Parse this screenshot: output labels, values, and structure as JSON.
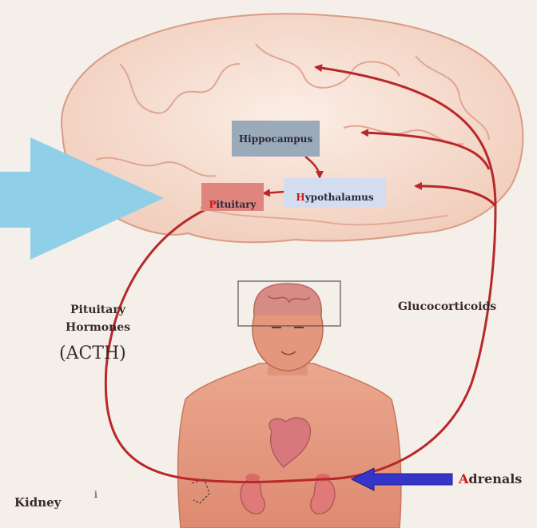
{
  "labels": {
    "hippocampus": "Hippocampus",
    "pituitary_initial": "P",
    "pituitary_rest": "ituitary",
    "hypothalamus_initial": "H",
    "hypothalamus_rest": "ypothalamus",
    "pituitary_hormones_line1": "Pituitary",
    "pituitary_hormones_line2": "Hormones",
    "acth": "(ACTH)",
    "glucocorticoids": "Glucocorticoids",
    "adrenals_initial": "A",
    "adrenals_rest": "drenals",
    "kidney": "Kidney",
    "kidney_mark": "i"
  },
  "colors": {
    "background": "#f4efe9",
    "brain": "#f6ddcf",
    "brain_outline": "#d99c86",
    "loop_arrow": "#b8282a",
    "big_arrow": "#8fd0e8",
    "blue_arrow": "#3535c8",
    "hippocampus_box": "#9aaab8",
    "pituitary_box": "#e0857e",
    "hypothalamus_box": "#d4ddf0",
    "skin": "#e69a80",
    "heart": "#d9787c",
    "kidney": "#e07a78",
    "initial_red": "#cc1a1a"
  },
  "icons": {
    "input_arrow": "large-light-blue-arrow-icon",
    "adrenal_pointer": "blue-arrow-icon"
  }
}
